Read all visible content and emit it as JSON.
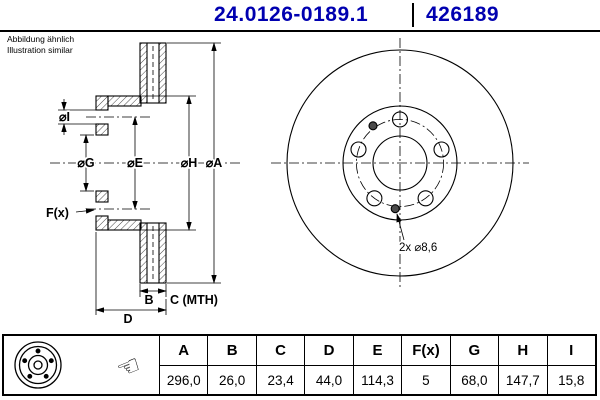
{
  "header": {
    "part_number": "24.0126-0189.1",
    "ref_number": "426189"
  },
  "note": {
    "line1": "Abbildung ähnlich",
    "line2": "Illustration similar"
  },
  "drawing": {
    "section_labels": {
      "dia_i": "⌀I",
      "dia_g": "⌀G",
      "dia_e": "⌀E",
      "dia_h": "⌀H",
      "dia_a": "⌀A",
      "f_x": "F(x)",
      "b": "B",
      "c_mth": "C (MTH)",
      "d": "D"
    },
    "front_labels": {
      "screw_holes": "2x ⌀8,6"
    }
  },
  "spec_table": {
    "columns": [
      "A",
      "B",
      "C",
      "D",
      "E",
      "F(x)",
      "G",
      "H",
      "I"
    ],
    "values": [
      "296,0",
      "26,0",
      "23,4",
      "44,0",
      "114,3",
      "5",
      "68,0",
      "147,7",
      "15,8"
    ]
  },
  "colors": {
    "accent_blue": "#0000b0"
  }
}
